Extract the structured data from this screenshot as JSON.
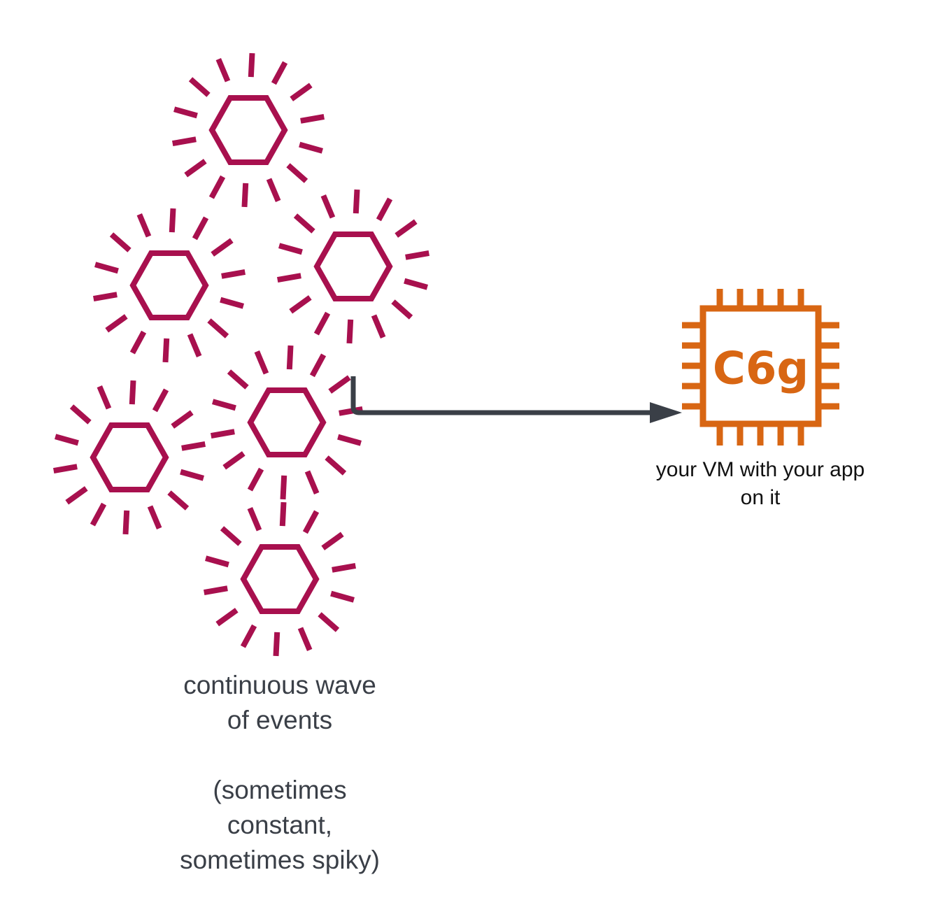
{
  "colors": {
    "event": "#a8104e",
    "chip": "#d86613",
    "arrow": "#3a3f47",
    "caption": "#3a3f47",
    "vm_caption": "#111111"
  },
  "events": {
    "icon": "event-burst-icon",
    "count": 6,
    "caption_lines": [
      "continuous wave",
      "of events",
      "",
      "(sometimes",
      "constant,",
      "sometimes spiky)"
    ]
  },
  "vm": {
    "icon": "processor-chip-icon",
    "chip_label": "C6g",
    "caption_lines": [
      "your VM with your app",
      "on it"
    ]
  },
  "connector": {
    "from": "events",
    "to": "vm",
    "style": "elbow-arrow"
  }
}
